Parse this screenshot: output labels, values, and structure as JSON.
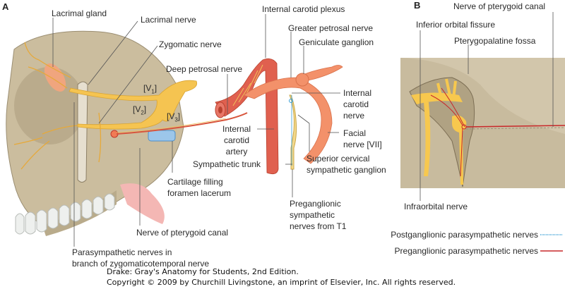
{
  "panels": {
    "a": "A",
    "b": "B"
  },
  "labels_a": {
    "lacrimal_gland": "Lacrimal gland",
    "lacrimal_nerve": "Lacrimal nerve",
    "zygomatic_nerve": "Zygomatic nerve",
    "deep_petrosal_nerve": "Deep petrosal nerve",
    "internal_carotid_plexus": "Internal carotid plexus",
    "greater_petrosal_nerve": "Greater petrosal nerve",
    "geniculate_ganglion": "Geniculate ganglion",
    "internal_carotid_nerve": [
      "Internal",
      "carotid",
      "nerve"
    ],
    "internal_carotid_artery": [
      "Internal",
      "carotid",
      "artery"
    ],
    "facial_nerve": [
      "Facial",
      "nerve [VII]"
    ],
    "sympathetic_trunk": "Sympathetic trunk",
    "superior_cervical_ganglion": [
      "Superior cervical",
      "sympathetic ganglion"
    ],
    "cartilage_foramen_lacerum": [
      "Cartilage filling",
      "foramen lacerum"
    ],
    "preganglionic_sympathetic": [
      "Preganglionic",
      "sympathetic",
      "nerves from T1"
    ],
    "nerve_pterygoid_canal": "Nerve of pterygoid canal",
    "parasympathetic_zygomaticotemporal": [
      "Parasympathetic nerves in",
      "branch of zygomaticotemporal nerve"
    ],
    "v1": "[V1]",
    "v2": "[V2]",
    "v3": "[V3]"
  },
  "labels_b": {
    "nerve_pterygoid_canal": "Nerve of pterygoid canal",
    "inferior_orbital_fissure": "Inferior orbital fissure",
    "pterygopalatine_fossa": "Pterygopalatine fossa",
    "infraorbital_nerve": "Infraorbital nerve"
  },
  "legend": [
    {
      "label": "Postganglionic parasympathetic nerves",
      "color": "#3a9fd6",
      "style": "dotted"
    },
    {
      "label": "Preganglionic parasympathetic nerves",
      "color": "#c8282a",
      "style": "solid"
    }
  ],
  "caption": [
    "Drake: Gray's Anatomy for Students, 2nd Edition.",
    "Copyright © 2009 by Churchill Livingstone, an imprint of Elsevier, Inc. All rights reserved."
  ],
  "colors": {
    "nerve": "#f5c451",
    "artery": "#e0604f",
    "bone": "#c9bc9c",
    "facial": "#f3916a"
  }
}
